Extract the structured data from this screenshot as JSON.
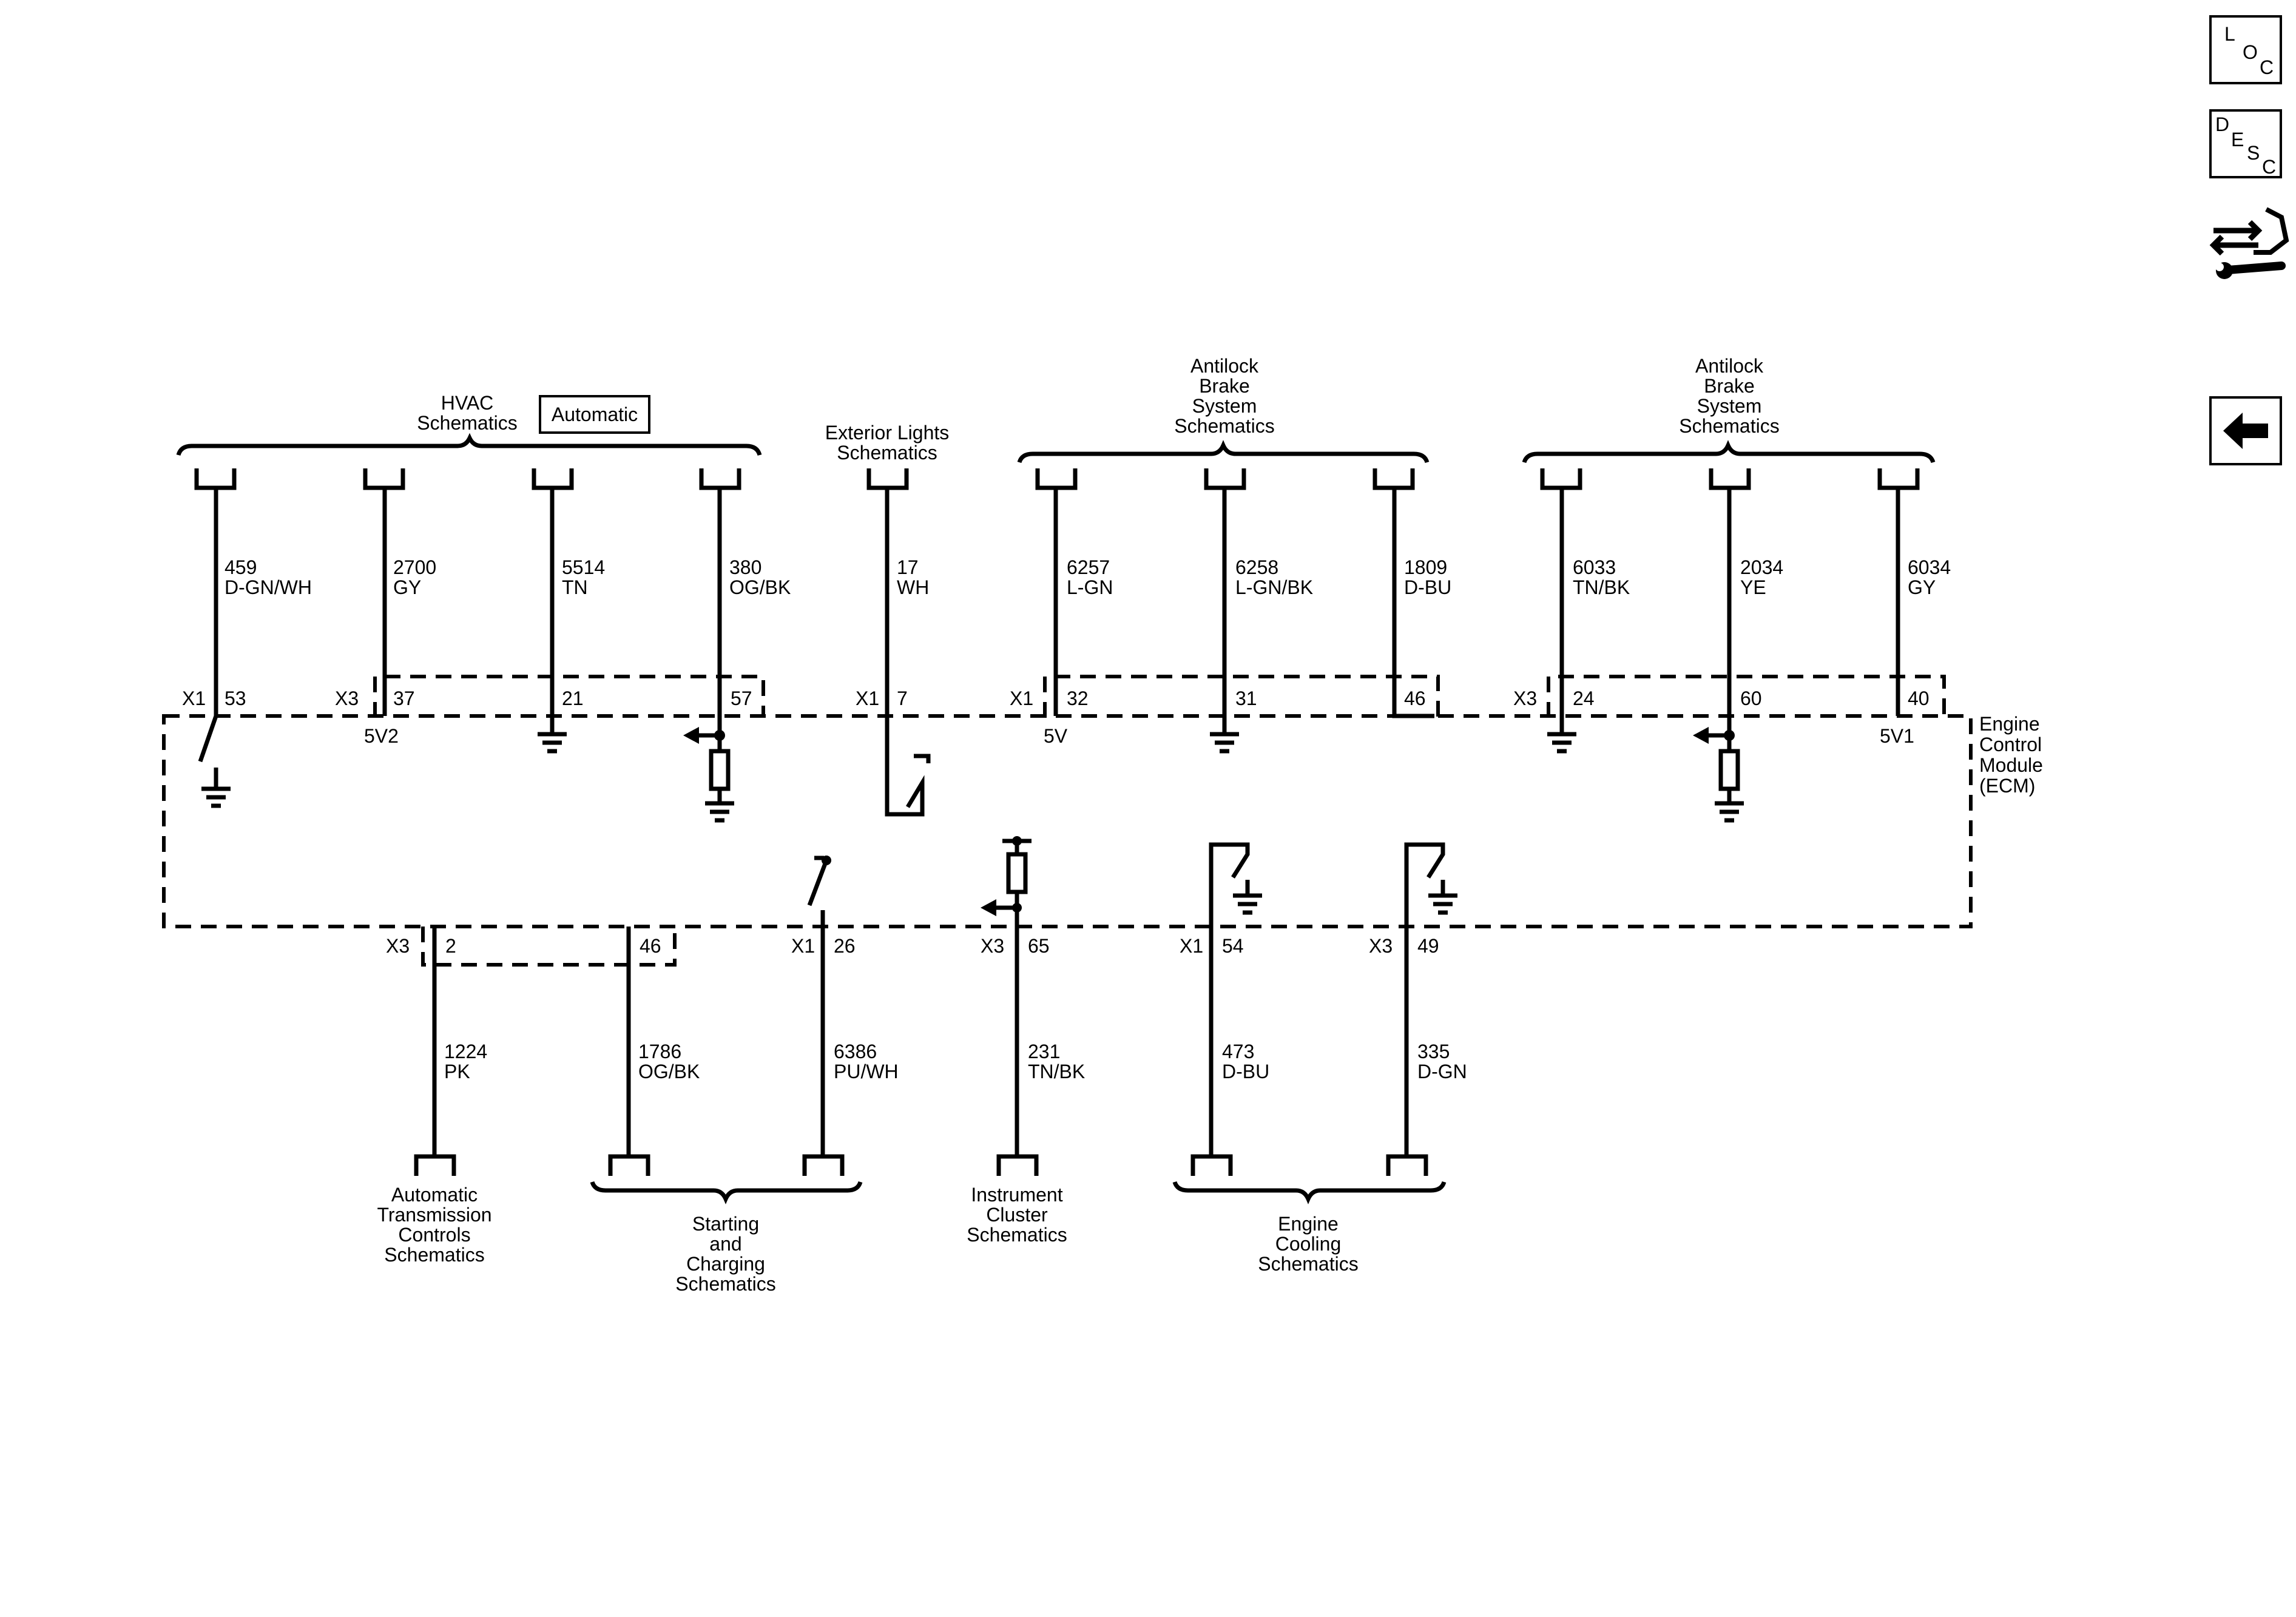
{
  "nav": {
    "loc": {
      "l": "L",
      "o": "O",
      "c": "C"
    },
    "desc": {
      "d": "D",
      "e": "E",
      "s": "S",
      "c": "C"
    }
  },
  "module": {
    "lines": [
      "Engine",
      "Control",
      "Module",
      "(ECM)"
    ]
  },
  "top_destinations": {
    "hvac": {
      "lines": [
        "HVAC",
        "Schematics"
      ],
      "option": "Automatic"
    },
    "exterior_lights": {
      "lines": [
        "Exterior Lights",
        "Schematics"
      ]
    },
    "abs_1": {
      "lines": [
        "Antilock",
        "Brake",
        "System",
        "Schematics"
      ]
    },
    "abs_2": {
      "lines": [
        "Antilock",
        "Brake",
        "System",
        "Schematics"
      ]
    }
  },
  "bottom_destinations": {
    "transmission": {
      "lines": [
        "Automatic",
        "Transmission",
        "Controls",
        "Schematics"
      ]
    },
    "starting": {
      "lines": [
        "Starting",
        "and",
        "Charging",
        "Schematics"
      ]
    },
    "cluster": {
      "lines": [
        "Instrument",
        "Cluster",
        "Schematics"
      ]
    },
    "cooling": {
      "lines": [
        "Engine",
        "Cooling",
        "Schematics"
      ]
    }
  },
  "top_circuits": [
    {
      "circuit": "459",
      "color": "D-GN/WH",
      "connector": "X1",
      "pin": "53",
      "ref": ""
    },
    {
      "circuit": "2700",
      "color": "GY",
      "connector": "X3",
      "pin": "37",
      "ref": "5V2"
    },
    {
      "circuit": "5514",
      "color": "TN",
      "connector": "",
      "pin": "21",
      "ref": ""
    },
    {
      "circuit": "380",
      "color": "OG/BK",
      "connector": "",
      "pin": "57",
      "ref": ""
    },
    {
      "circuit": "17",
      "color": "WH",
      "connector": "X1",
      "pin": "7",
      "ref": ""
    },
    {
      "circuit": "6257",
      "color": "L-GN",
      "connector": "X1",
      "pin": "32",
      "ref": "5V"
    },
    {
      "circuit": "6258",
      "color": "L-GN/BK",
      "connector": "",
      "pin": "31",
      "ref": ""
    },
    {
      "circuit": "1809",
      "color": "D-BU",
      "connector": "",
      "pin": "46",
      "ref": ""
    },
    {
      "circuit": "6033",
      "color": "TN/BK",
      "connector": "X3",
      "pin": "24",
      "ref": ""
    },
    {
      "circuit": "2034",
      "color": "YE",
      "connector": "",
      "pin": "60",
      "ref": ""
    },
    {
      "circuit": "6034",
      "color": "GY",
      "connector": "",
      "pin": "40",
      "ref": "5V1"
    }
  ],
  "bottom_circuits": [
    {
      "circuit": "1224",
      "color": "PK",
      "connector": "X3",
      "pin": "2"
    },
    {
      "circuit": "1786",
      "color": "OG/BK",
      "connector": "",
      "pin": "46"
    },
    {
      "circuit": "6386",
      "color": "PU/WH",
      "connector": "X1",
      "pin": "26"
    },
    {
      "circuit": "231",
      "color": "TN/BK",
      "connector": "X3",
      "pin": "65"
    },
    {
      "circuit": "473",
      "color": "D-BU",
      "connector": "X1",
      "pin": "54"
    },
    {
      "circuit": "335",
      "color": "D-GN",
      "connector": "X3",
      "pin": "49"
    }
  ]
}
